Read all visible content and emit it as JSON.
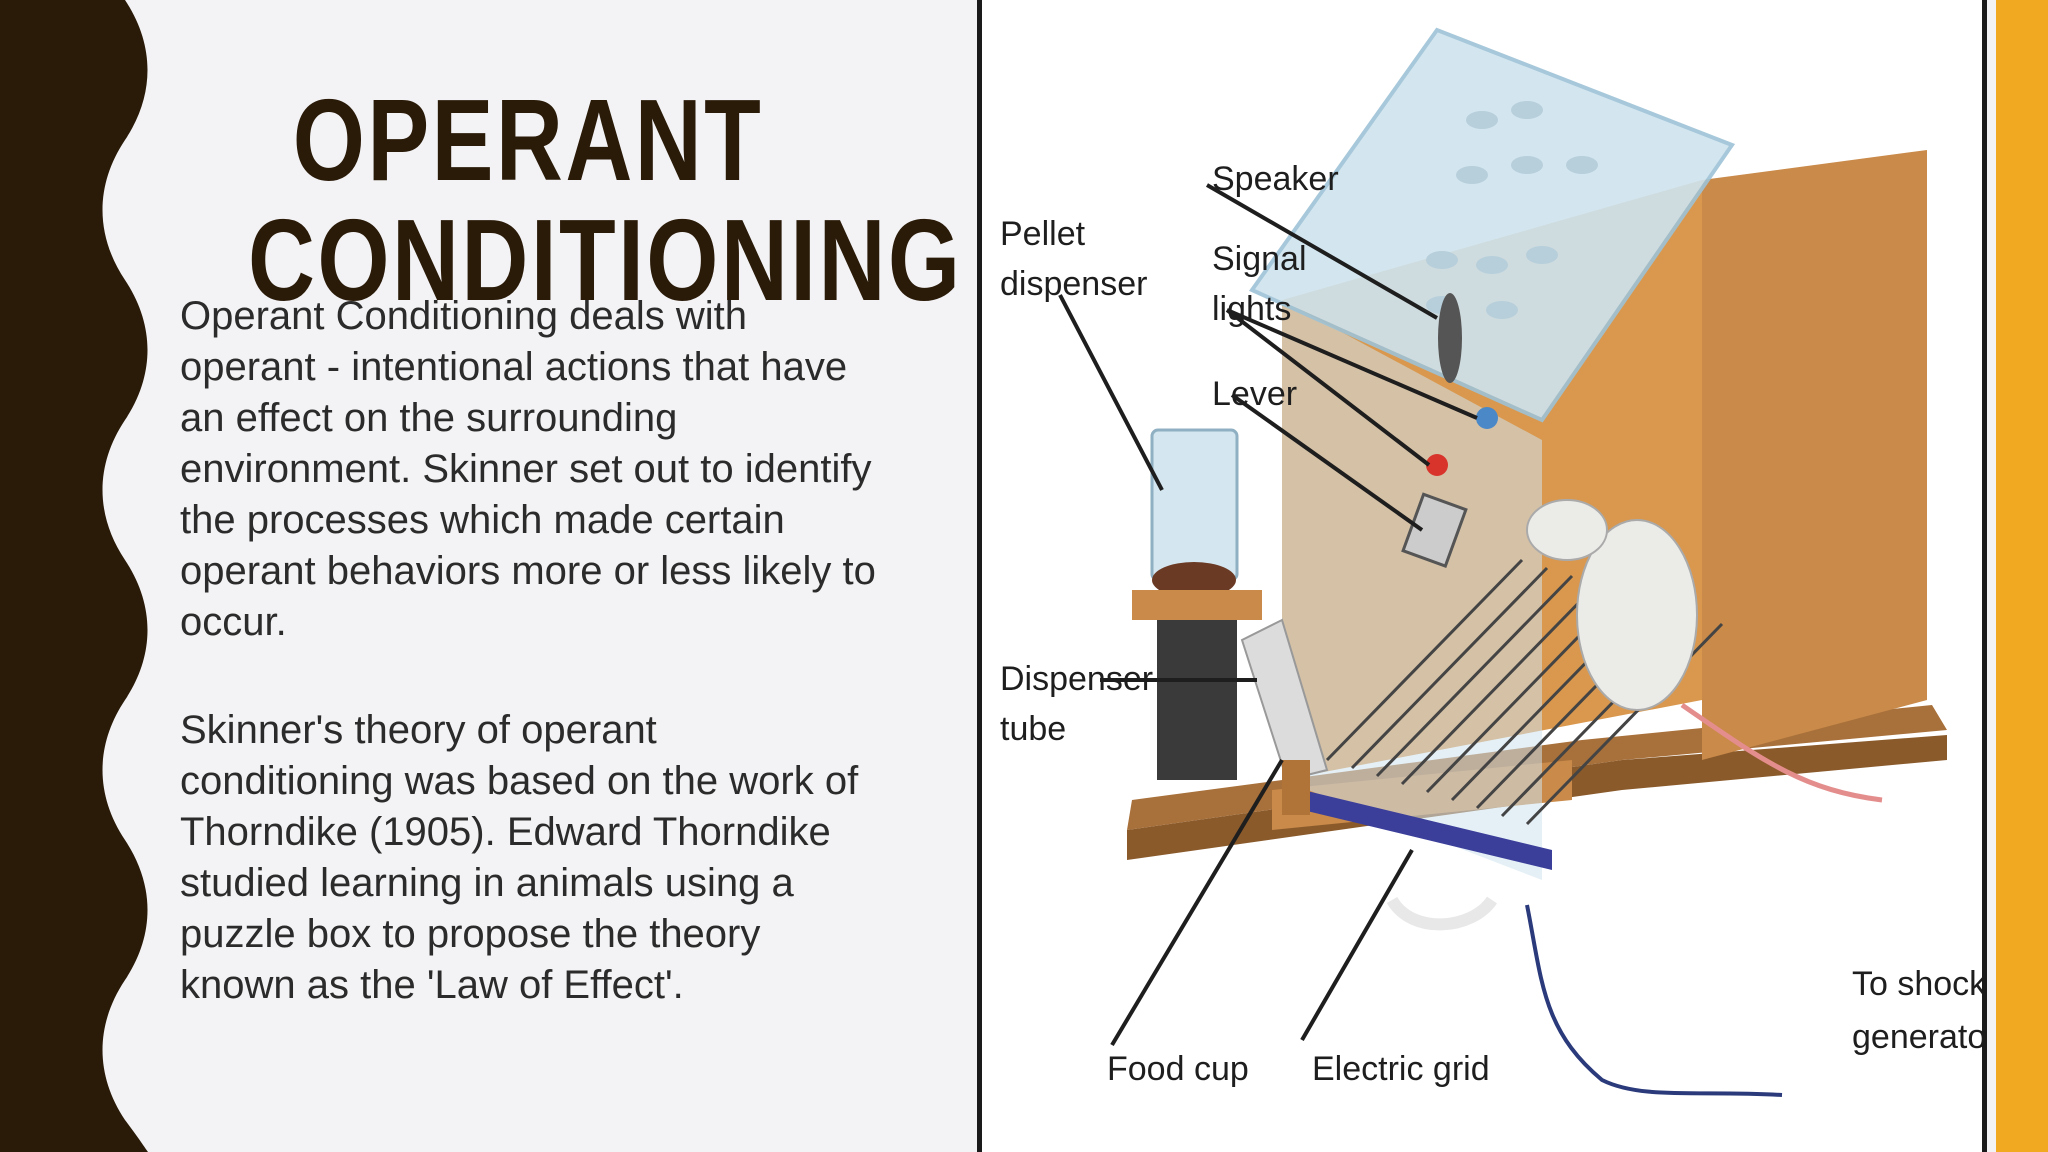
{
  "slide": {
    "title_lines": [
      "OPERANT",
      "CONDITIONING"
    ],
    "paragraphs": [
      "Operant Conditioning deals with operant - intentional actions that have an effect on the surrounding environment. Skinner set out to identify the processes which made certain operant behaviors more or less likely to occur.",
      "Skinner's theory of operant conditioning was based on the work of Thorndike (1905). Edward Thorndike studied learning in animals using a puzzle box to propose the theory known as the 'Law of Effect'."
    ]
  },
  "figure": {
    "labels": {
      "pellet_1": "Pellet",
      "pellet_2": "dispenser",
      "speaker": "Speaker",
      "signal_1": "Signal",
      "signal_2": "lights",
      "lever": "Lever",
      "dispenser_1": "Dispenser",
      "dispenser_2": "tube",
      "food_cup": "Food cup",
      "electric_grid": "Electric grid",
      "shock_1": "To shock",
      "shock_2": "generator"
    }
  },
  "colors": {
    "dark_band": "#2a1a08",
    "background": "#f3f3f5",
    "accent": "#f2a922",
    "wood": "#c98a4a",
    "glass": "#cfe4ef"
  }
}
